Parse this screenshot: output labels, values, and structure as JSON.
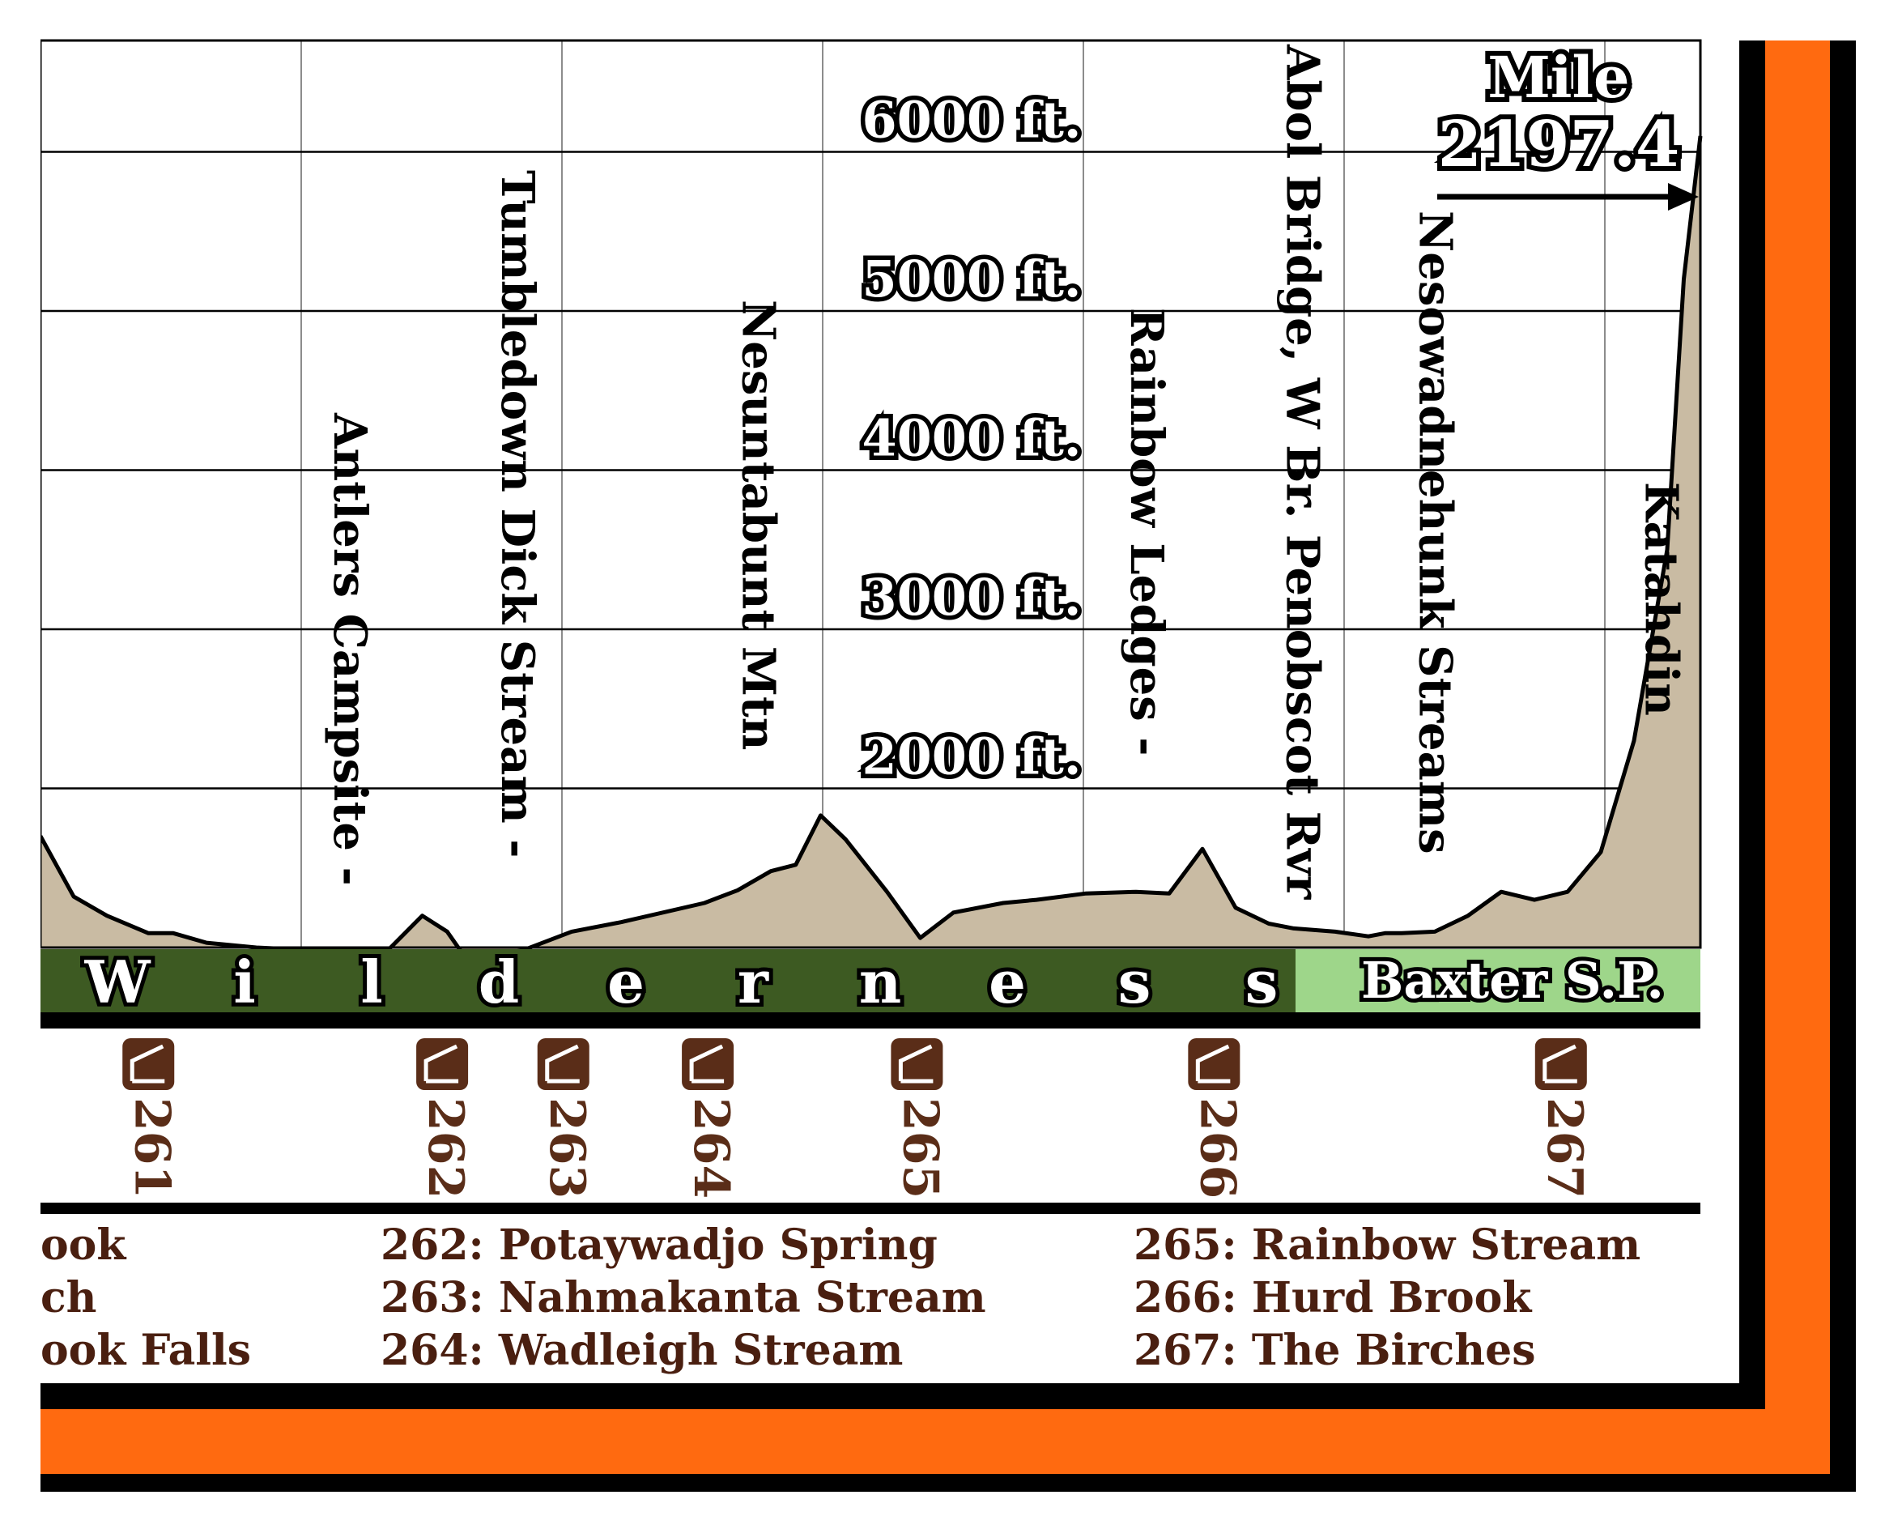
{
  "colors": {
    "orange": "#ff6a10",
    "black": "#000000",
    "grid": "#000000",
    "terrain_fill": "#c9bba3",
    "terrain_dark": "#8b5a3c",
    "wilderness_band": "#3d5a22",
    "baxter_band": "#9ed68a",
    "shelter_brown": "#5a2d18"
  },
  "mile_marker": {
    "label": "Mile",
    "value": "2197.4"
  },
  "bands": {
    "wilderness": [
      "W",
      "i",
      "l",
      "d",
      "e",
      "r",
      "n",
      "e",
      "s",
      "s"
    ],
    "baxter": "Baxter S.P."
  },
  "chart_data": {
    "type": "area",
    "title": "",
    "xlabel": "",
    "ylabel": "",
    "ylim": [
      1000,
      6700
    ],
    "y_ticks": [
      {
        "value": 6000,
        "label": "6000 ft."
      },
      {
        "value": 5000,
        "label": "5000 ft."
      },
      {
        "value": 4000,
        "label": "4000 ft."
      },
      {
        "value": 3000,
        "label": "3000 ft."
      },
      {
        "value": 2000,
        "label": "2000 ft."
      }
    ],
    "xlim": [
      0,
      100
    ],
    "series": [
      {
        "x": [
          0,
          2,
          4,
          6.5,
          8,
          10,
          13,
          17,
          21,
          23,
          24.5,
          25.5,
          27,
          29,
          32,
          35,
          40,
          42,
          44,
          45.5,
          47,
          48.5,
          51,
          53,
          55,
          58,
          60,
          63,
          66,
          68,
          70,
          72,
          74,
          75.5,
          78,
          80,
          81,
          82,
          84,
          86,
          88,
          90,
          92,
          94,
          96,
          98,
          99,
          100
        ],
        "y": [
          1700,
          1320,
          1200,
          1090,
          1090,
          1030,
          1000,
          980,
          990,
          1200,
          1100,
          950,
          960,
          980,
          1100,
          1160,
          1280,
          1360,
          1480,
          1520,
          1830,
          1680,
          1350,
          1060,
          1220,
          1280,
          1300,
          1340,
          1350,
          1340,
          1620,
          1250,
          1150,
          1120,
          1100,
          1070,
          1090,
          1090,
          1100,
          1200,
          1350,
          1300,
          1350,
          1600,
          2300,
          3500,
          5200,
          6100
        ]
      }
    ],
    "annotations": [
      {
        "x": 19.3,
        "text": "Antlers Campsite -"
      },
      {
        "x": 29.4,
        "text": "Tumbledown Dick Stream -"
      },
      {
        "x": 43.9,
        "text": "Nesuntabunt Mtn"
      },
      {
        "x": 67.3,
        "text": "Rainbow Ledges -"
      },
      {
        "x": 76.7,
        "text": "Abol Bridge, W Br. Penobscot Rvr"
      },
      {
        "x": 84.7,
        "text": "Nesowadnehunk Streams"
      },
      {
        "x": 98.3,
        "text": "Katahdin"
      }
    ]
  },
  "shelters": [
    {
      "x": 6.5,
      "label": "261"
    },
    {
      "x": 24.2,
      "label": "262"
    },
    {
      "x": 31.5,
      "label": "263"
    },
    {
      "x": 40.2,
      "label": "264"
    },
    {
      "x": 52.8,
      "label": "265"
    },
    {
      "x": 70.7,
      "label": "266"
    },
    {
      "x": 91.6,
      "label": "267"
    }
  ],
  "legend": {
    "col1": [
      "ook",
      "ch",
      "ook Falls"
    ],
    "col2": [
      "262: Potaywadjo Spring",
      "263: Nahmakanta Stream",
      "264: Wadleigh Stream"
    ],
    "col3": [
      "265: Rainbow Stream",
      "266: Hurd Brook",
      "267: The Birches"
    ]
  }
}
